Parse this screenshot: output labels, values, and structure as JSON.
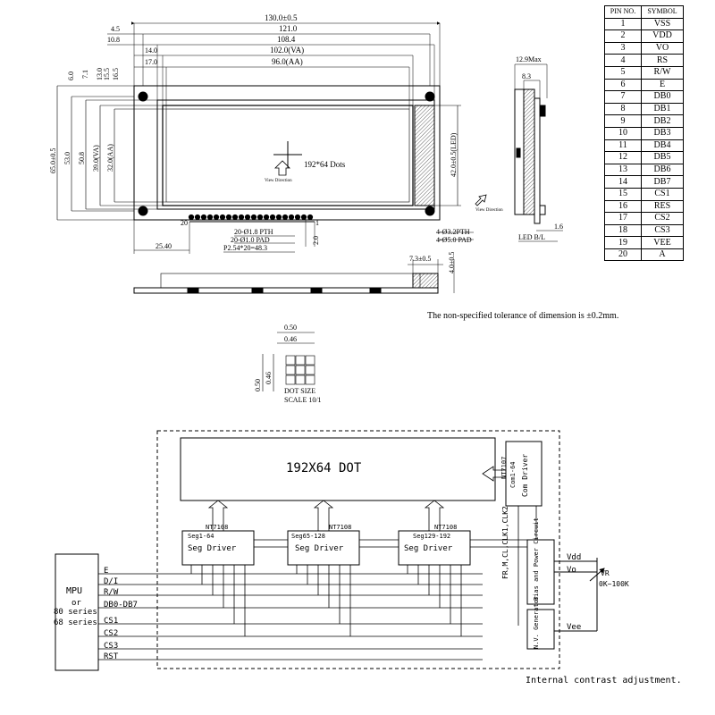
{
  "pin_table": {
    "headers": [
      "PIN NO.",
      "SYMBOL"
    ],
    "rows": [
      [
        "1",
        "VSS"
      ],
      [
        "2",
        "VDD"
      ],
      [
        "3",
        "VO"
      ],
      [
        "4",
        "RS"
      ],
      [
        "5",
        "R/W"
      ],
      [
        "6",
        "E"
      ],
      [
        "7",
        "DB0"
      ],
      [
        "8",
        "DB1"
      ],
      [
        "9",
        "DB2"
      ],
      [
        "10",
        "DB3"
      ],
      [
        "11",
        "DB4"
      ],
      [
        "12",
        "DB5"
      ],
      [
        "13",
        "DB6"
      ],
      [
        "14",
        "DB7"
      ],
      [
        "15",
        "CS1"
      ],
      [
        "16",
        "RES"
      ],
      [
        "17",
        "CS2"
      ],
      [
        "18",
        "CS3"
      ],
      [
        "19",
        "VEE"
      ],
      [
        "20",
        "A"
      ]
    ]
  },
  "dims_top": [
    "130.0±0.5",
    "121.0",
    "108.4",
    "102.0(VA)",
    "96.0(AA)"
  ],
  "dims_top_left": [
    "4.5",
    "10.8",
    "14.0",
    "17.0"
  ],
  "dims_left": [
    "6.0",
    "7.1",
    "13.0",
    "15.5",
    "16.5",
    "65.0±0.5",
    "53.0",
    "50.8",
    "39.0(VA)",
    "32.0(AA)"
  ],
  "dims_right": [
    "42.0±0.5(LED)"
  ],
  "front": {
    "dots_label": "192*64 Dots",
    "view_direction": "View Direction",
    "pin_first": "20",
    "pin_last": "1",
    "pth": "20-Ø1.8 PTH",
    "pad": "20-Ø1.0 PAD",
    "pitch": "P2.54*20=48.3",
    "left_offset": "25.40",
    "bottom_gap": "2.0",
    "hole_pth": "4-Ø3.2PTH",
    "hole_pad": "4-Ø5.0 PAD",
    "bottom_right": "4.0±0.5",
    "side_gap": "7.3±0.5"
  },
  "side": {
    "max": "12.9Max",
    "depth": "8.3",
    "led_thick": "1.6",
    "led_label": "LED B/L"
  },
  "tolerance_note": "The non-specified tolerance of dimension is ±0.2mm.",
  "dot_size": {
    "w1": "0.50",
    "w2": "0.46",
    "h1": "0.50",
    "h2": "0.46",
    "label": "DOT SIZE",
    "scale": "SCALE 10/1"
  },
  "block": {
    "lcd_label": "192X64 DOT",
    "mpu_label": "MPU",
    "mpu_or": "or",
    "mpu_80": "80 series",
    "mpu_68": "68 series",
    "signals": [
      "E",
      "D/I",
      "R/W",
      "DB0-DB7",
      "CS1",
      "CS2",
      "CS3",
      "RST"
    ],
    "seg_chip": "NT7108",
    "seg_drivers": [
      "Seg1-64",
      "Seg65-128",
      "Seg129-192"
    ],
    "seg_driver_label": "Seg Driver",
    "com_chip": "NT7107",
    "com_range": "Com1-64",
    "com_label": "Com Driver",
    "clk_bus": "FR,M,CL,CLK1,CLK2",
    "bias_label": "Bias and Power Circuit",
    "nv_label": "N.V. Generator",
    "vdd": "Vdd",
    "vo": "Vo",
    "vr": "VR",
    "vr_range": "0K~100K",
    "vee": "Vee",
    "contrast_note": "Internal contrast adjustment."
  }
}
